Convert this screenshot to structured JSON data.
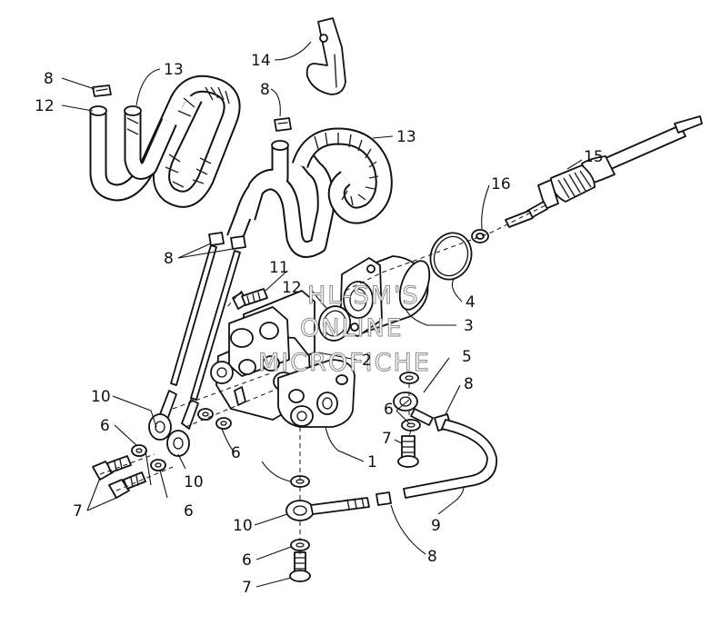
{
  "watermark": {
    "line1": "HL-SM'S",
    "line2": "ONLINE",
    "line3": "MICROFICHE"
  },
  "callouts": [
    {
      "id": "c-14",
      "text": "14"
    },
    {
      "id": "c-8a",
      "text": "8"
    },
    {
      "id": "c-13a",
      "text": "13"
    },
    {
      "id": "c-12a",
      "text": "12"
    },
    {
      "id": "c-8b",
      "text": "8"
    },
    {
      "id": "c-13b",
      "text": "13"
    },
    {
      "id": "c-15",
      "text": "15"
    },
    {
      "id": "c-16",
      "text": "16"
    },
    {
      "id": "c-8c",
      "text": "8"
    },
    {
      "id": "c-11",
      "text": "11"
    },
    {
      "id": "c-12b",
      "text": "12"
    },
    {
      "id": "c-4",
      "text": "4"
    },
    {
      "id": "c-3",
      "text": "3"
    },
    {
      "id": "c-2",
      "text": "2"
    },
    {
      "id": "c-5",
      "text": "5"
    },
    {
      "id": "c-8d",
      "text": "8"
    },
    {
      "id": "c-10a",
      "text": "10"
    },
    {
      "id": "c-6a",
      "text": "6"
    },
    {
      "id": "c-6b",
      "text": "6"
    },
    {
      "id": "c-7a",
      "text": "7"
    },
    {
      "id": "c-1",
      "text": "1"
    },
    {
      "id": "c-6c",
      "text": "6"
    },
    {
      "id": "c-10b",
      "text": "10"
    },
    {
      "id": "c-7b",
      "text": "7"
    },
    {
      "id": "c-6d",
      "text": "6"
    },
    {
      "id": "c-10c",
      "text": "10"
    },
    {
      "id": "c-9",
      "text": "9"
    },
    {
      "id": "c-8e",
      "text": "8"
    },
    {
      "id": "c-6e",
      "text": "6"
    },
    {
      "id": "c-7c",
      "text": "7"
    }
  ]
}
